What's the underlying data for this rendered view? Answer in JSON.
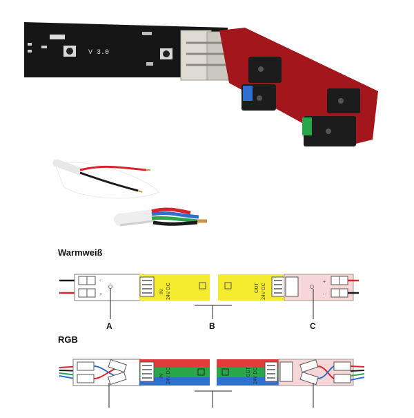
{
  "board": {
    "version_label": "V 3.0"
  },
  "strip_labels": {
    "in": "IN",
    "out": "OUT",
    "voltage": "24V DC"
  },
  "sections": {
    "warmweiss": {
      "title": "Warmweiß"
    },
    "rgb": {
      "title": "RGB"
    }
  },
  "callouts": {
    "a": "A",
    "b": "B",
    "c": "C"
  },
  "polarity": {
    "minus": "-",
    "plus": "+"
  },
  "colors": {
    "board_black": "#161616",
    "board_red": "#a3161c",
    "strip_yellow": "#f4ea2e",
    "strip_red": "#e23b3b",
    "strip_green": "#2aa64a",
    "strip_blue": "#2f6fd0",
    "connector_pink": "#f6d6d6",
    "wire_red": "#d8232a",
    "wire_black": "#1a1a1a"
  }
}
